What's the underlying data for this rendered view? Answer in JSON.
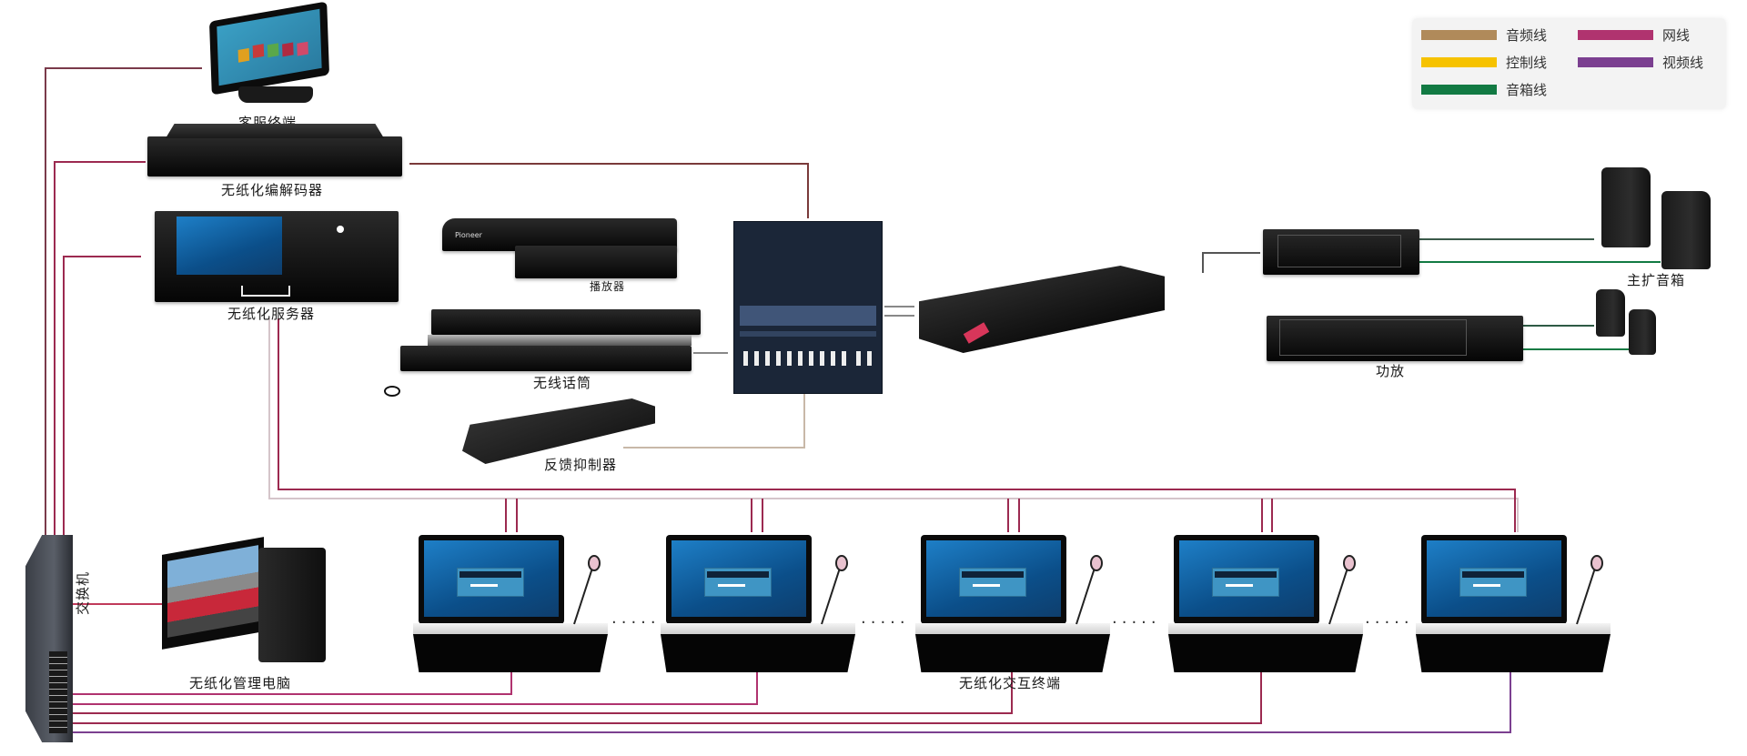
{
  "diagram": {
    "title": "无纸化会议系统拓扑图",
    "legend": [
      {
        "label": "音频线",
        "color": "#b08a5a",
        "type": "audio"
      },
      {
        "label": "控制线",
        "color": "#f6c200",
        "type": "control"
      },
      {
        "label": "音箱线",
        "color": "#127a43",
        "type": "speaker"
      },
      {
        "label": "网线",
        "color": "#b0336f",
        "type": "network"
      },
      {
        "label": "视频线",
        "color": "#7b3f90",
        "type": "video"
      }
    ],
    "devices": {
      "kiosk": {
        "label": "客服终端",
        "icon": "touch-terminal-icon"
      },
      "codec": {
        "label": "无纸化编解码器",
        "icon": "rack-codec-icon"
      },
      "server": {
        "label": "无纸化服务器",
        "icon": "server-icon"
      },
      "player": {
        "label": "播放器",
        "icon": "media-player-icon"
      },
      "wireless_mic": {
        "label": "无线话筒",
        "icon": "wireless-mic-receiver-icon"
      },
      "feedback": {
        "label": "反馈抑制器",
        "icon": "feedback-suppressor-icon"
      },
      "mixer": {
        "label": "",
        "icon": "audio-mixer-icon"
      },
      "processor": {
        "label": "",
        "icon": "audio-processor-icon"
      },
      "main_speakers": {
        "label": "主扩音箱",
        "icon": "speaker-icon"
      },
      "amplifier": {
        "label": "功放",
        "icon": "amplifier-icon"
      },
      "switch": {
        "label": "交换机",
        "icon": "network-switch-icon"
      },
      "admin_pc": {
        "label": "无纸化管理电脑",
        "icon": "desktop-pc-icon"
      },
      "terminals": {
        "label": "无纸化交互终端",
        "count": 5,
        "icon": "lift-terminal-icon"
      }
    },
    "ellipsis": "·····"
  },
  "colors": {
    "network": "#9c2a50",
    "audio": "#8a6b5a",
    "speaker": "#127a43",
    "device": "#0a0a0a",
    "screen": "#1a6fb5"
  }
}
